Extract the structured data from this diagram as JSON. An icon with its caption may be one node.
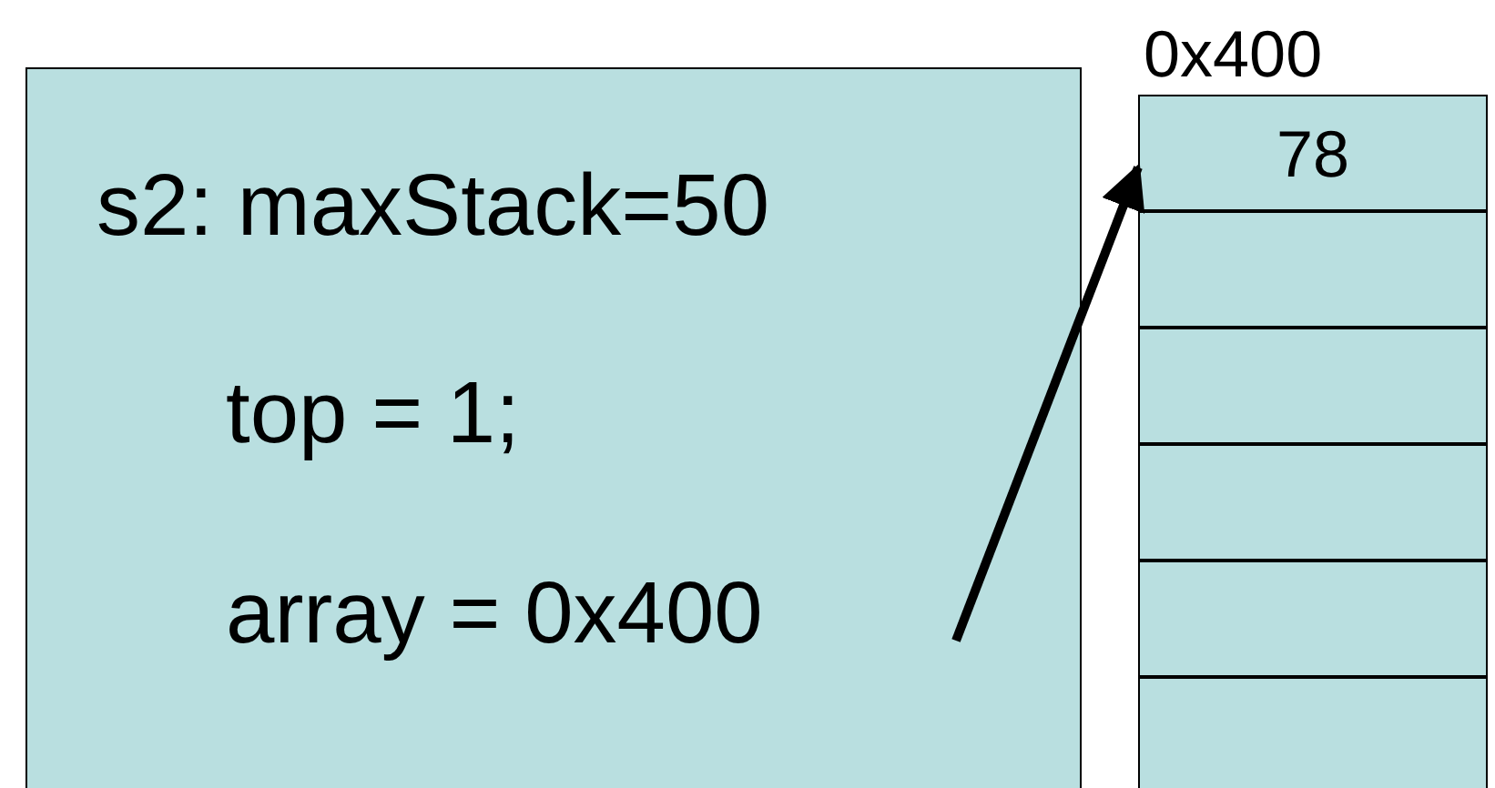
{
  "diagram": {
    "nodes": [
      {
        "text": [
          "s2: maxStack=50",
          "top = 1;",
          "array = 0x400"
        ]
      },
      {
        "text": [
          "78"
        ],
        "beside": [
          "0x400"
        ]
      },
      {
        "text": [],
        "shape": "box"
      },
      {
        "text": [],
        "shape": "box"
      },
      {
        "text": [],
        "shape": "box"
      },
      {
        "text": [],
        "shape": "box"
      },
      {
        "text": [],
        "shape": "box"
      }
    ],
    "edges": [
      {
        "from": 0,
        "to": 1,
        "arrow": "to"
      }
    ]
  }
}
